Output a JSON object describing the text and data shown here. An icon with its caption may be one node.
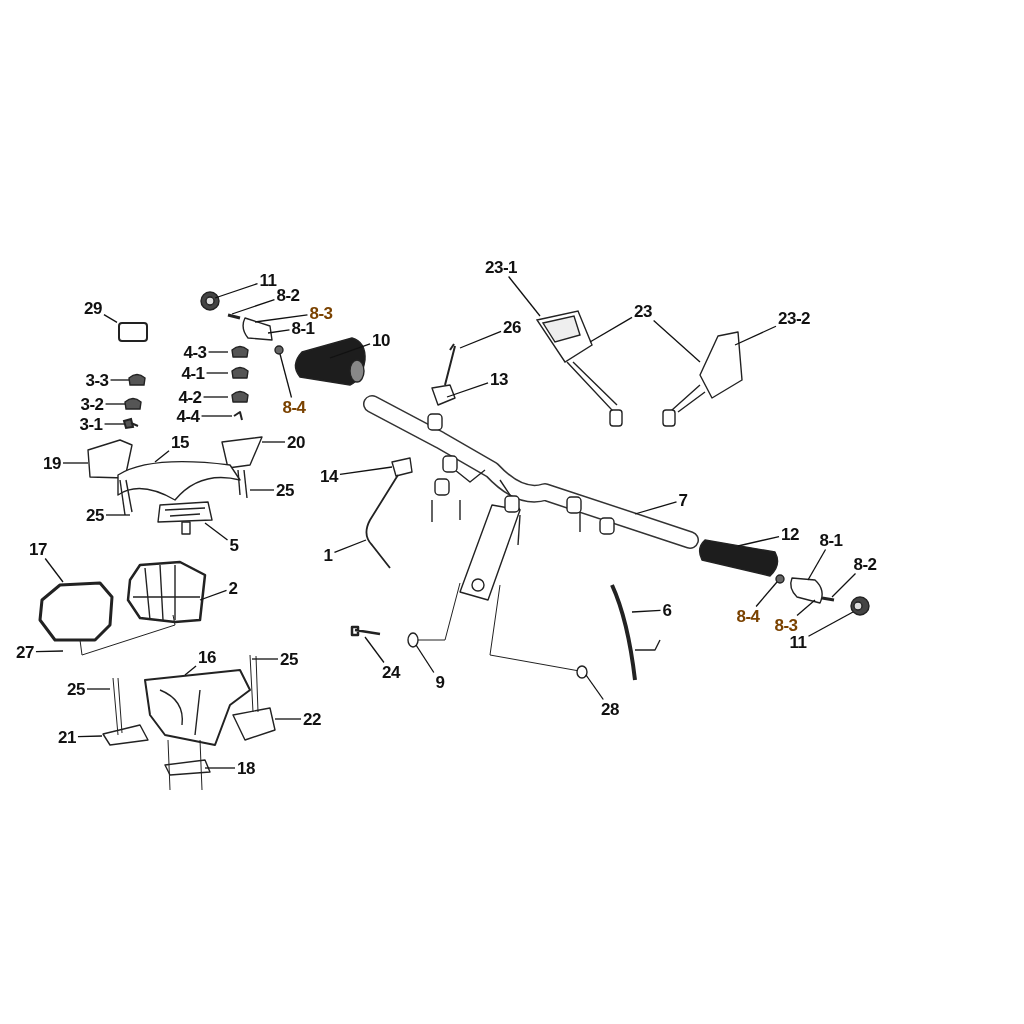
{
  "diagram": {
    "nodes": [
      {
        "text": [
          "11"
        ]
      },
      {
        "text": [
          "8-2"
        ]
      },
      {
        "text": [
          "8-3"
        ]
      },
      {
        "text": [
          "23-1"
        ]
      },
      {
        "text": [
          "8-1"
        ]
      },
      {
        "text": [
          "29"
        ]
      },
      {
        "text": [],
        "shape": "box"
      },
      {
        "text": [
          "10"
        ]
      },
      {
        "text": [
          "23"
        ]
      },
      {
        "text": [
          "23-2"
        ]
      },
      {
        "text": [
          "26"
        ]
      },
      {
        "text": [
          "4-3"
        ]
      },
      {
        "text": [
          "4-1"
        ]
      },
      {
        "text": [
          "3-3"
        ]
      },
      {
        "text": [
          "13"
        ]
      },
      {
        "text": [
          "4-2"
        ]
      },
      {
        "text": [
          "3-2"
        ]
      },
      {
        "text": [
          "8-4"
        ]
      },
      {
        "text": [
          "4-4"
        ]
      },
      {
        "text": [
          "3-1"
        ]
      },
      {
        "text": [
          "15"
        ]
      },
      {
        "text": [
          "20"
        ]
      },
      {
        "text": [
          "19"
        ]
      },
      {
        "text": [
          "14"
        ]
      },
      {
        "text": [
          "25"
        ]
      },
      {
        "text": [
          "7"
        ]
      },
      {
        "text": [
          "25"
        ]
      },
      {
        "text": [
          "12"
        ]
      },
      {
        "text": [
          "8-1"
        ]
      },
      {
        "text": [
          "5"
        ]
      },
      {
        "text": [
          "17"
        ]
      },
      {
        "text": [
          "1"
        ]
      },
      {
        "text": [
          "8-2"
        ]
      },
      {
        "text": [
          "2"
        ]
      },
      {
        "text": [
          "6"
        ]
      },
      {
        "text": [
          "8-4"
        ]
      },
      {
        "text": [
          "8-3"
        ]
      },
      {
        "text": [
          "11"
        ]
      },
      {
        "text": [
          "27"
        ]
      },
      {
        "text": [
          "16"
        ]
      },
      {
        "text": [
          "25"
        ]
      },
      {
        "text": [
          "24"
        ]
      },
      {
        "text": [
          "9"
        ]
      },
      {
        "text": [
          "25"
        ]
      },
      {
        "text": [
          "28"
        ]
      },
      {
        "text": [
          "22"
        ]
      },
      {
        "text": [
          "21"
        ]
      },
      {
        "text": [
          "18"
        ]
      },
      {
        "text": [],
        "shape": "picture"
      },
      {
        "text": [],
        "shape": "box"
      },
      {
        "text": [],
        "shape": "circle"
      },
      {
        "text": [],
        "shape": "circle"
      },
      {
        "text": [],
        "shape": "picture"
      },
      {
        "text": [],
        "shape": "box"
      }
    ],
    "edges": [
      {
        "from": 0,
        "to": null,
        "arrow": "none"
      },
      {
        "from": 1,
        "to": null,
        "arrow": "none"
      },
      {
        "from": 2,
        "to": null,
        "arrow": "none"
      },
      {
        "from": 3,
        "to": 48,
        "arrow": "none"
      },
      {
        "from": 4,
        "to": null,
        "arrow": "none"
      },
      {
        "from": 5,
        "to": 6,
        "arrow": "none"
      },
      {
        "from": 7,
        "to": null,
        "arrow": "none"
      },
      {
        "from": 8,
        "to": 48,
        "arrow": "none"
      },
      {
        "from": 8,
        "to": null,
        "arrow": "none"
      },
      {
        "from": 9,
        "to": null,
        "arrow": "none"
      },
      {
        "from": 10,
        "to": null,
        "arrow": "none"
      },
      {
        "from": 11,
        "to": null,
        "arrow": "none"
      },
      {
        "from": 12,
        "to": null,
        "arrow": "none"
      },
      {
        "from": 13,
        "to": 49,
        "arrow": "none"
      },
      {
        "from": 14,
        "to": null,
        "arrow": "none"
      },
      {
        "from": 15,
        "to": null,
        "arrow": "none"
      },
      {
        "from": 16,
        "to": 53,
        "arrow": "none"
      },
      {
        "from": 17,
        "to": 50,
        "arrow": "none"
      },
      {
        "from": 18,
        "to": null,
        "arrow": "none"
      },
      {
        "from": 19,
        "to": 52,
        "arrow": "none"
      },
      {
        "from": 20,
        "to": null,
        "arrow": "none"
      },
      {
        "from": 21,
        "to": null,
        "arrow": "none"
      },
      {
        "from": 22,
        "to": null,
        "arrow": "none"
      },
      {
        "from": 23,
        "to": null,
        "arrow": "none"
      },
      {
        "from": 24,
        "to": null,
        "arrow": "none"
      },
      {
        "from": 25,
        "to": null,
        "arrow": "none"
      },
      {
        "from": 26,
        "to": null,
        "arrow": "none"
      },
      {
        "from": 27,
        "to": null,
        "arrow": "none"
      },
      {
        "from": 28,
        "to": null,
        "arrow": "none"
      },
      {
        "from": 29,
        "to": null,
        "arrow": "none"
      },
      {
        "from": 30,
        "to": null,
        "arrow": "none"
      },
      {
        "from": 31,
        "to": null,
        "arrow": "none"
      },
      {
        "from": 32,
        "to": null,
        "arrow": "none"
      },
      {
        "from": 33,
        "to": null,
        "arrow": "none"
      },
      {
        "from": 34,
        "to": null,
        "arrow": "none"
      },
      {
        "from": 35,
        "to": null,
        "arrow": "none"
      },
      {
        "from": 36,
        "to": null,
        "arrow": "none"
      },
      {
        "from": 37,
        "to": null,
        "arrow": "none"
      },
      {
        "from": 38,
        "to": null,
        "arrow": "none"
      },
      {
        "from": 39,
        "to": null,
        "arrow": "none"
      },
      {
        "from": 40,
        "to": null,
        "arrow": "none"
      },
      {
        "from": 41,
        "to": null,
        "arrow": "none"
      },
      {
        "from": 42,
        "to": 51,
        "arrow": "none"
      },
      {
        "from": 43,
        "to": null,
        "arrow": "none"
      },
      {
        "from": 44,
        "to": null,
        "arrow": "none"
      },
      {
        "from": 45,
        "to": null,
        "arrow": "none"
      },
      {
        "from": 46,
        "to": null,
        "arrow": "none"
      },
      {
        "from": 47,
        "to": null,
        "arrow": "none"
      }
    ]
  }
}
